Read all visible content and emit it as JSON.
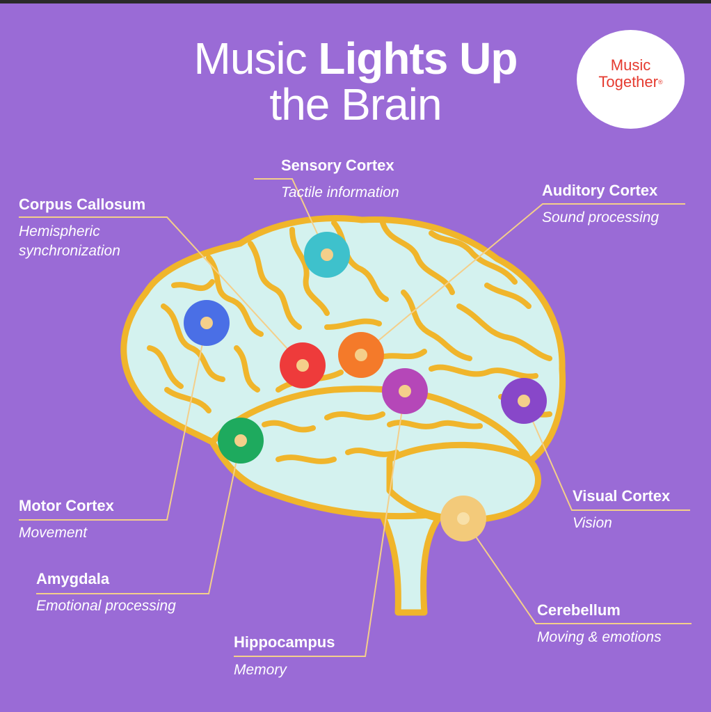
{
  "title": {
    "line1_light": "Music",
    "line1_bold": "Lights Up",
    "line2": "the Brain"
  },
  "logo": {
    "line1": "Music",
    "line2": "Together",
    "mark": "®"
  },
  "colors": {
    "background": "#9a6bd6",
    "brain_fill": "#d4f2ef",
    "brain_outline": "#f0b52b",
    "leader": "#f4cf8a",
    "logo_text": "#e53a2f"
  },
  "regions": [
    {
      "key": "sensory",
      "name": "Sensory Cortex",
      "function": "Tactile information",
      "color": "#3ec1cc"
    },
    {
      "key": "corpus",
      "name": "Corpus Callosum",
      "function_line1": "Hemispheric",
      "function_line2": "synchronization",
      "color": "#ee3b3b"
    },
    {
      "key": "auditory",
      "name": "Auditory Cortex",
      "function": "Sound processing",
      "color": "#f47a2a"
    },
    {
      "key": "motor",
      "name": "Motor Cortex",
      "function": "Movement",
      "color": "#4a6fe6"
    },
    {
      "key": "amygdala",
      "name": "Amygdala",
      "function": "Emotional processing",
      "color": "#1eaa5e"
    },
    {
      "key": "hippocampus",
      "name": "Hippocampus",
      "function": "Memory",
      "color": "#b547b8"
    },
    {
      "key": "visual",
      "name": "Visual Cortex",
      "function": "Vision",
      "color": "#8847c9"
    },
    {
      "key": "cerebellum",
      "name": "Cerebellum",
      "function": "Moving & emotions",
      "color": "#f3ca7a"
    }
  ]
}
